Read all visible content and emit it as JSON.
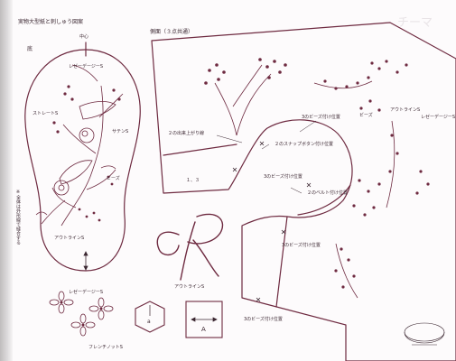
{
  "page": {
    "title": "実物大型紙と刺しゅう図案",
    "bottom_label": "底",
    "top_center_label": "中心",
    "side_panel_label": "側面（３点共通）",
    "vertical_note": "※全体は外形線で縫合する",
    "watermark": "チーマ"
  },
  "labels": {
    "lazy_daisy_1": "レゼーデージーS",
    "straight": "ストレートS",
    "satin": "サテンS",
    "beads_1": "ビーズ",
    "outline_1": "アウトラインS",
    "lazy_daisy_2": "レゼーデージーS",
    "french_knot": "フレンチノットS",
    "outline_2": "アウトラインS",
    "beads_attach_3_top": "3のビーズ付け位置",
    "handle_2": "２の出来上がり線",
    "snap_2": "２のスナップボタン付け位置",
    "beads_attach_3_mid": "3のビーズ付け位置",
    "belt_2": "２のベルト付け位置",
    "beads_attach_3_low": "3のビーズ付け位置",
    "beads_attach_3_bottom": "3のビーズ付け位置",
    "beads_2": "ビーズ",
    "outline_3": "アウトラインS",
    "lazy_daisy_3": "レゼーデージーS",
    "line_1_3": "１、３",
    "letter_a": "a",
    "letter_A": "A",
    "monogram": "R"
  },
  "colors": {
    "line": "#6e2a40",
    "text": "#3a2630"
  }
}
